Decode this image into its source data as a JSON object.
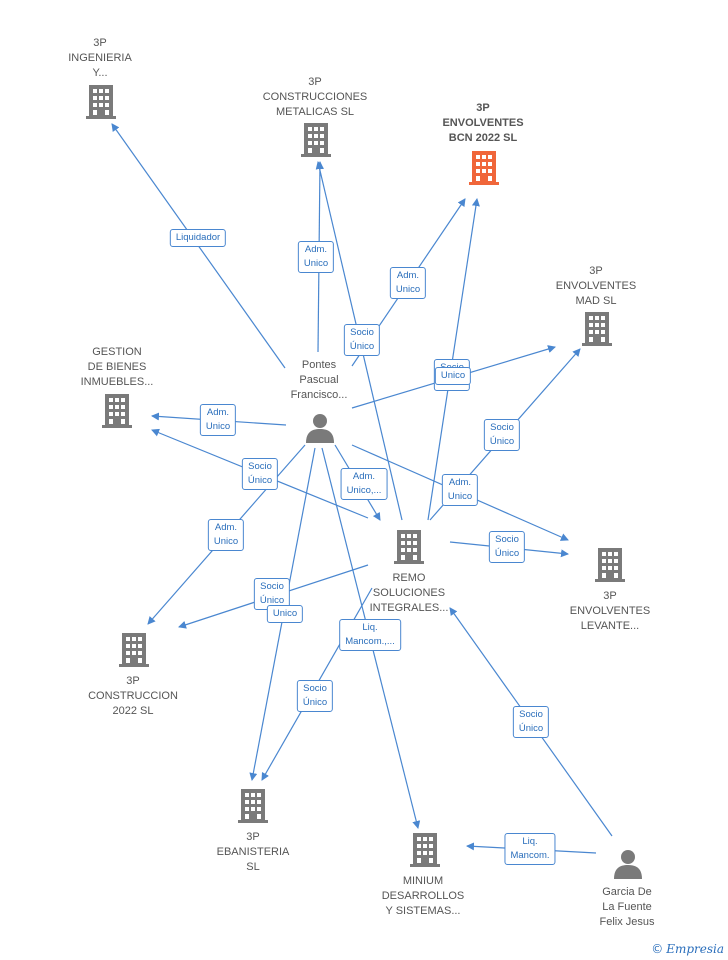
{
  "colors": {
    "edge": "#4a87d0",
    "node": "#7a7a7a",
    "highlight": "#f0663a",
    "label_text": "#2a6ebb"
  },
  "nodes": [
    {
      "id": "ingenieria",
      "label": "3P\nINGENIERIA\nY...",
      "kind": "company",
      "icon": "building-icon"
    },
    {
      "id": "construcciones_metalicas",
      "label": "3P\nCONSTRUCCIONES\nMETALICAS  SL",
      "kind": "company",
      "icon": "building-icon"
    },
    {
      "id": "envolventes_bcn",
      "label": "3P\nENVOLVENTES\nBCN 2022  SL",
      "kind": "company",
      "highlight": true,
      "icon": "building-icon"
    },
    {
      "id": "envolventes_mad",
      "label": "3P\nENVOLVENTES\nMAD  SL",
      "kind": "company",
      "icon": "building-icon"
    },
    {
      "id": "gestion_bienes",
      "label": "GESTION\nDE BIENES\nINMUEBLES...",
      "kind": "company",
      "icon": "building-icon"
    },
    {
      "id": "pontes",
      "label": "Pontes\nPascual\nFrancisco...",
      "kind": "person",
      "icon": "person-icon"
    },
    {
      "id": "remo",
      "label": "REMO\nSOLUCIONES\nINTEGRALES...",
      "kind": "company",
      "icon": "building-icon"
    },
    {
      "id": "envolventes_levante",
      "label": "3P\nENVOLVENTES\nLEVANTE...",
      "kind": "company",
      "icon": "building-icon"
    },
    {
      "id": "construccion_2022",
      "label": "3P\nCONSTRUCCION\n2022  SL",
      "kind": "company",
      "icon": "building-icon"
    },
    {
      "id": "ebanisteria",
      "label": "3P\nEBANISTERIA\nSL",
      "kind": "company",
      "icon": "building-icon"
    },
    {
      "id": "minium",
      "label": "MINIUM\nDESARROLLOS\nY SISTEMAS...",
      "kind": "company",
      "icon": "building-icon"
    },
    {
      "id": "garcia",
      "label": "Garcia De\nLa Fuente\nFelix Jesus",
      "kind": "person",
      "icon": "person-icon"
    }
  ],
  "edges": [
    {
      "from": "pontes",
      "to": "ingenieria",
      "label": "Liquidador"
    },
    {
      "from": "pontes",
      "to": "construcciones_metalicas",
      "label": "Adm.\nUnico"
    },
    {
      "from": "remo",
      "to": "construcciones_metalicas",
      "label": "Socio\nÚnico"
    },
    {
      "from": "pontes",
      "to": "envolventes_bcn",
      "label": "Adm.\nUnico"
    },
    {
      "from": "remo",
      "to": "envolventes_bcn",
      "label": "Socio\nÚnico"
    },
    {
      "from": "pontes",
      "to": "envolventes_mad",
      "label": "Unico"
    },
    {
      "from": "remo",
      "to": "envolventes_mad",
      "label": "Socio\nÚnico"
    },
    {
      "from": "pontes",
      "to": "gestion_bienes",
      "label": "Adm.\nUnico"
    },
    {
      "from": "remo",
      "to": "gestion_bienes",
      "label": "Socio\nÚnico"
    },
    {
      "from": "pontes",
      "to": "remo",
      "label": "Adm.\nUnico,..."
    },
    {
      "from": "pontes",
      "to": "envolventes_levante",
      "label": "Adm.\nUnico"
    },
    {
      "from": "remo",
      "to": "envolventes_levante",
      "label": "Socio\nÚnico"
    },
    {
      "from": "pontes",
      "to": "construccion_2022",
      "label": "Adm.\nUnico"
    },
    {
      "from": "remo",
      "to": "construccion_2022",
      "label": "Socio\nÚnico"
    },
    {
      "from": "pontes",
      "to": "ebanisteria",
      "label": "Unico"
    },
    {
      "from": "remo",
      "to": "ebanisteria",
      "label": "Socio\nÚnico"
    },
    {
      "from": "pontes",
      "to": "minium",
      "label": "Liq.\nMancom.,..."
    },
    {
      "from": "garcia",
      "to": "minium",
      "label": "Liq.\nMancom."
    },
    {
      "from": "garcia",
      "to": "remo",
      "label": "Socio\nÚnico"
    }
  ],
  "brand": {
    "copyright": "©",
    "name": "Empresia"
  }
}
